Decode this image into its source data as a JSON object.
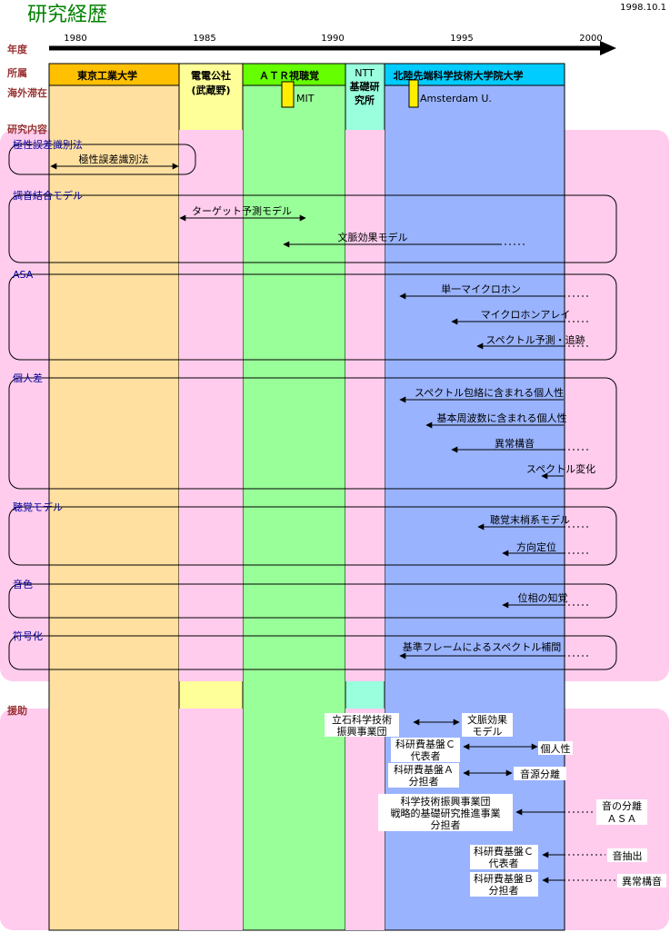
{
  "title": "研究経歴",
  "date": "1998.10.1",
  "row_labels": {
    "year": "年度",
    "affiliation": "所属",
    "overseas": "海外滞在",
    "research": "研究内容",
    "funding": "援助"
  },
  "year_ticks": [
    "1980",
    "1985",
    "1990",
    "1995",
    "2000"
  ],
  "colors": {
    "title": "#008000",
    "row_label": "#993333",
    "group_label": "#000099",
    "tokyo_tech": "#ffe0a0",
    "tokyo_tech_header": "#ffc000",
    "nttec": "#ffff99",
    "atr": "#99ff99",
    "atr_header": "#66ff00",
    "ntt_basic": "#99ffdd",
    "jaist": "#99b3ff",
    "jaist_header": "#00ccff",
    "research_bg": "#ffccee",
    "stay_marker": "#ffee00"
  },
  "affiliations": [
    {
      "label": "東京工業大学"
    },
    {
      "label": "電電公社",
      "label2": "(武蔵野)"
    },
    {
      "label": "ＡＴＲ視聴覚"
    },
    {
      "label": "NTT",
      "label2": "基礎研",
      "label3": "究所"
    },
    {
      "label": "北陸先端科学技術大学院大学"
    }
  ],
  "overseas": [
    {
      "label": "MIT"
    },
    {
      "label": "Amsterdam U."
    }
  ],
  "research_groups": [
    {
      "label": "極性誤差識別法",
      "items": [
        {
          "label": "極性誤差識別法"
        }
      ]
    },
    {
      "label": "調音結合モデル",
      "items": [
        {
          "label": "ターゲット予測モデル"
        },
        {
          "label": "文脈効果モデル"
        }
      ]
    },
    {
      "label": "ASA",
      "items": [
        {
          "label": "単一マイクロホン"
        },
        {
          "label": "マイクロホンアレイ"
        },
        {
          "label": "スペクトル予測・追跡"
        }
      ]
    },
    {
      "label": "個人差",
      "items": [
        {
          "label": "スペクトル包絡に含まれる個人性"
        },
        {
          "label": "基本周波数に含まれる個人性"
        },
        {
          "label": "異常構音"
        },
        {
          "label": "スペクトル変化"
        }
      ]
    },
    {
      "label": "聴覚モデル",
      "items": [
        {
          "label": "聴覚末梢系モデル"
        },
        {
          "label": "方向定位"
        }
      ]
    },
    {
      "label": "音色",
      "items": [
        {
          "label": "位相の知覚"
        }
      ]
    },
    {
      "label": "符号化",
      "items": [
        {
          "label": "基準フレームによるスペクトル補間"
        }
      ]
    }
  ],
  "funding": [
    {
      "source": [
        "立石科学技術",
        "振興事業団"
      ],
      "topic": [
        "文脈効果",
        "モデル"
      ]
    },
    {
      "source": [
        "科研費基盤Ｃ",
        "代表者"
      ],
      "topic": [
        "個人性"
      ]
    },
    {
      "source": [
        "科研費基盤Ａ",
        "分担者"
      ],
      "topic": [
        "音源分離"
      ]
    },
    {
      "source": [
        "科学技術振興事業団",
        "戦略的基礎研究推進事業",
        "分担者"
      ],
      "topic": [
        "音の分離",
        "ＡＳＡ"
      ]
    },
    {
      "source": [
        "科研費基盤Ｃ",
        "代表者"
      ],
      "topic": [
        "音抽出"
      ]
    },
    {
      "source": [
        "科研費基盤Ｂ",
        "分担者"
      ],
      "topic": [
        "異常構音"
      ]
    }
  ]
}
